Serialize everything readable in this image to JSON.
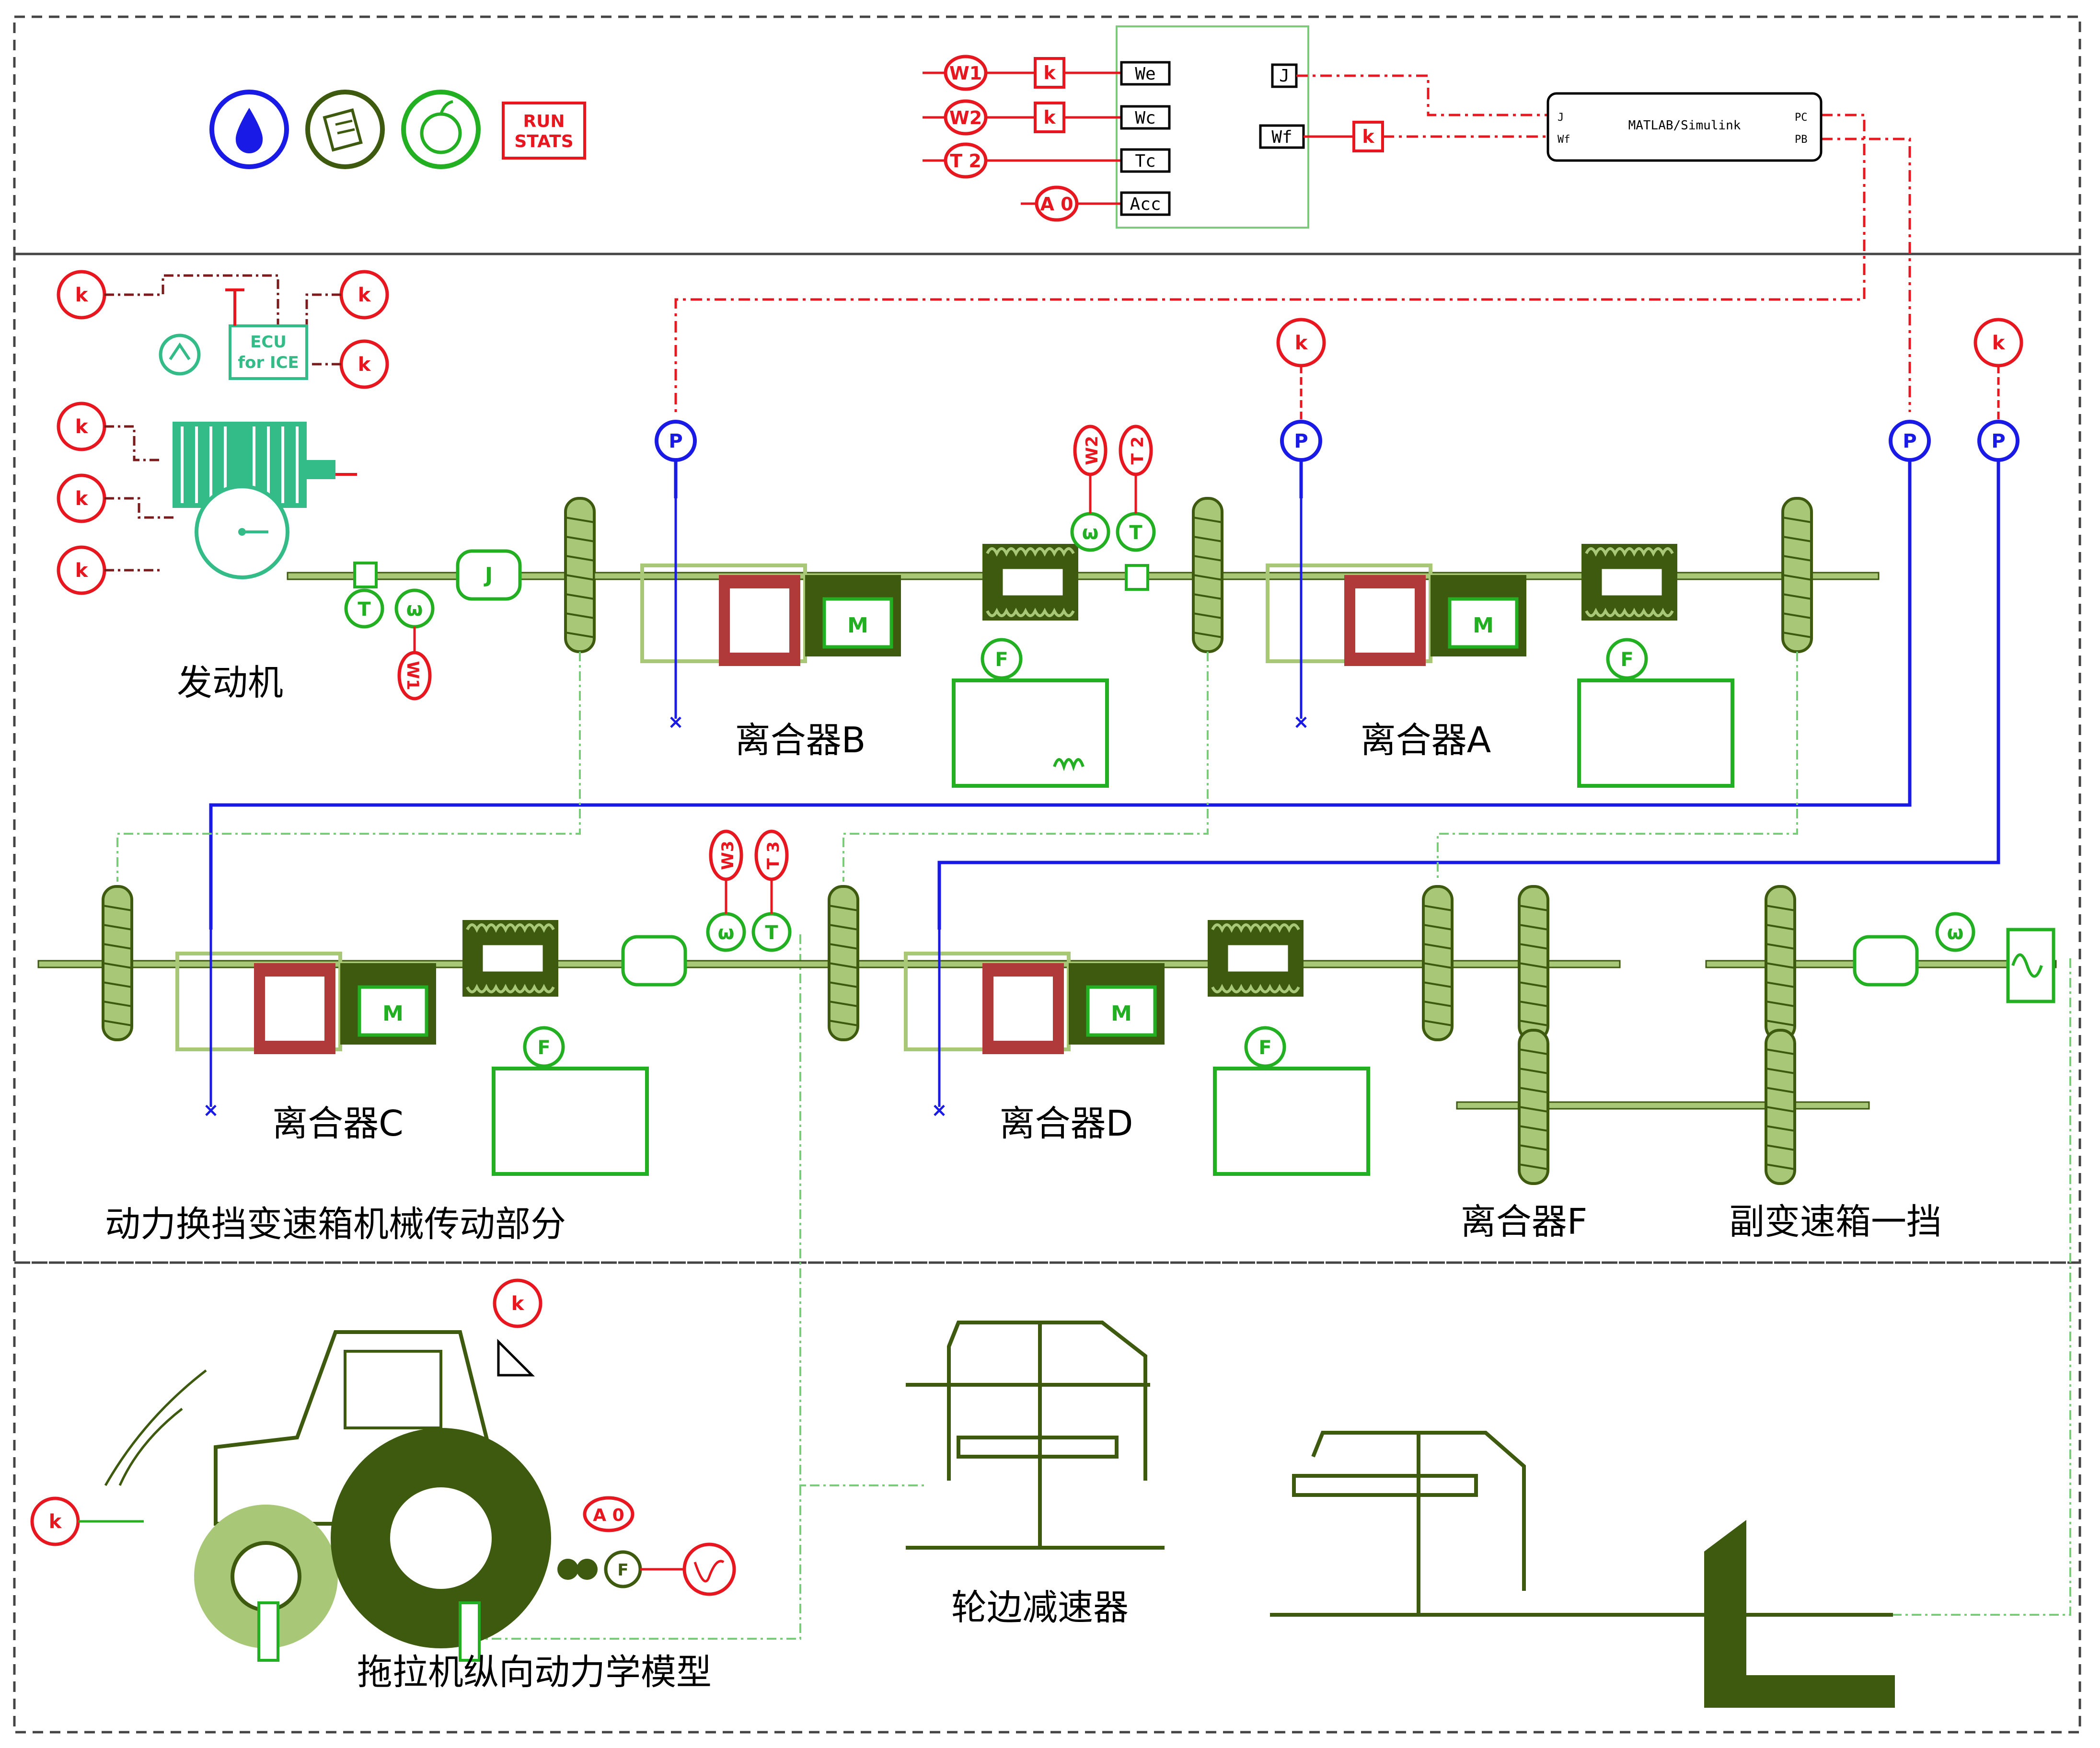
{
  "colors": {
    "signal_red": "#e8171f",
    "hydraulic_blue": "#1a1ae6",
    "mech_dark_green": "#3d5a0f",
    "mech_light_green": "#a8c878",
    "component_green": "#22b022",
    "engine_teal": "#33bb88",
    "clutch_red": "#b03a3a",
    "frame_dashed": "#444444"
  },
  "toolbar": {
    "run_stats_label": "RUN\nSTATS",
    "run_stats_line1": "RUN",
    "run_stats_line2": "STATS"
  },
  "interface": {
    "sensors": [
      "W1",
      "W2",
      "T 2",
      "A 0"
    ],
    "gain_label": "k",
    "outputs": [
      "We",
      "Wc",
      "Tc",
      "Acc"
    ],
    "inputs_right": [
      "J",
      "Wf"
    ],
    "simulink_title": "MATLAB/Simulink",
    "simulink_ports_left": [
      "J",
      "Wf"
    ],
    "simulink_ports_right": [
      "PC",
      "PB"
    ]
  },
  "components": {
    "ecu_line1": "ECU",
    "ecu_line2": "for ICE",
    "pressure_symbol": "P",
    "force_symbol": "F",
    "motor_symbol": "M",
    "omega_symbol": "ω",
    "torque_symbol": "T",
    "w2_tag": "W2",
    "t2_tag": "T 2",
    "w3_tag": "W3",
    "t3_tag": "T 3",
    "w1_tag": "W1",
    "a0_tag": "A 0"
  },
  "labels": {
    "engine": "发动机",
    "clutch_b": "离合器B",
    "clutch_a": "离合器A",
    "clutch_c": "离合器C",
    "clutch_d": "离合器D",
    "clutch_f": "离合器F",
    "aux_gear_first": "副变速箱一挡",
    "powershift_section": "动力换挡变速箱机械传动部分",
    "wheel_reducer": "轮边减速器",
    "tractor_model": "拖拉机纵向动力学模型"
  }
}
